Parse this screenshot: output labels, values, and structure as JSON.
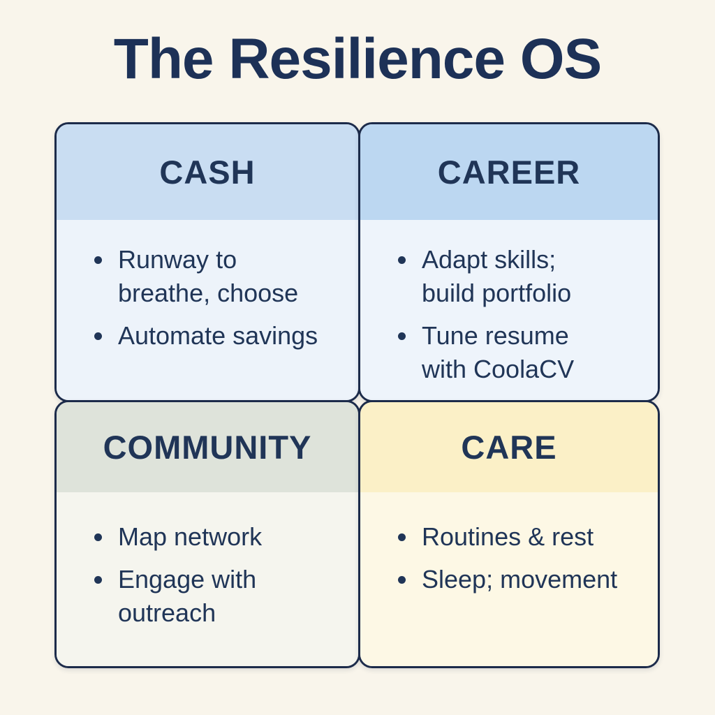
{
  "title": "The Resilience OS",
  "colors": {
    "background": "#f9f5eb",
    "border": "#1c2b4a",
    "text": "#203557",
    "title": "#1d3157"
  },
  "quadrants": [
    {
      "label": "CASH",
      "header_bg": "#c9ddf2",
      "body_bg": "#edf3fa",
      "bullets": [
        "Runway to\nbreathe, choose",
        "Automate savings"
      ]
    },
    {
      "label": "CAREER",
      "header_bg": "#bcd7f1",
      "body_bg": "#eef4fb",
      "bullets": [
        "Adapt skills;\nbuild portfolio",
        "Tune resume\nwith CoolaCV"
      ]
    },
    {
      "label": "COMMUNITY",
      "header_bg": "#dee3da",
      "body_bg": "#f5f5ee",
      "bullets": [
        "Map network",
        "Engage with\noutreach"
      ]
    },
    {
      "label": "CARE",
      "header_bg": "#fbf0c7",
      "body_bg": "#fdf8e5",
      "bullets": [
        "Routines & rest",
        "Sleep; movement"
      ]
    }
  ]
}
